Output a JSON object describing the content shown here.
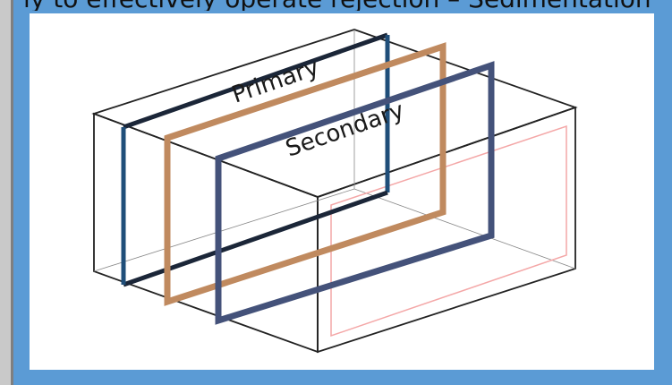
{
  "header": {
    "partial_text": "ly to effectively operate rejection – Sedimentation"
  },
  "diagram": {
    "labels": {
      "primary": "Primary",
      "secondary": "Secondary"
    },
    "colors": {
      "background_frame": "#5b9bd5",
      "box_outline": "#222222",
      "primary_frame": "#1f4e79",
      "primary_frame_edge": "#1b2638",
      "middle_frame": "#c08a5f",
      "secondary_frame": "#44527a",
      "inner_outline": "#f4a7a7"
    }
  }
}
